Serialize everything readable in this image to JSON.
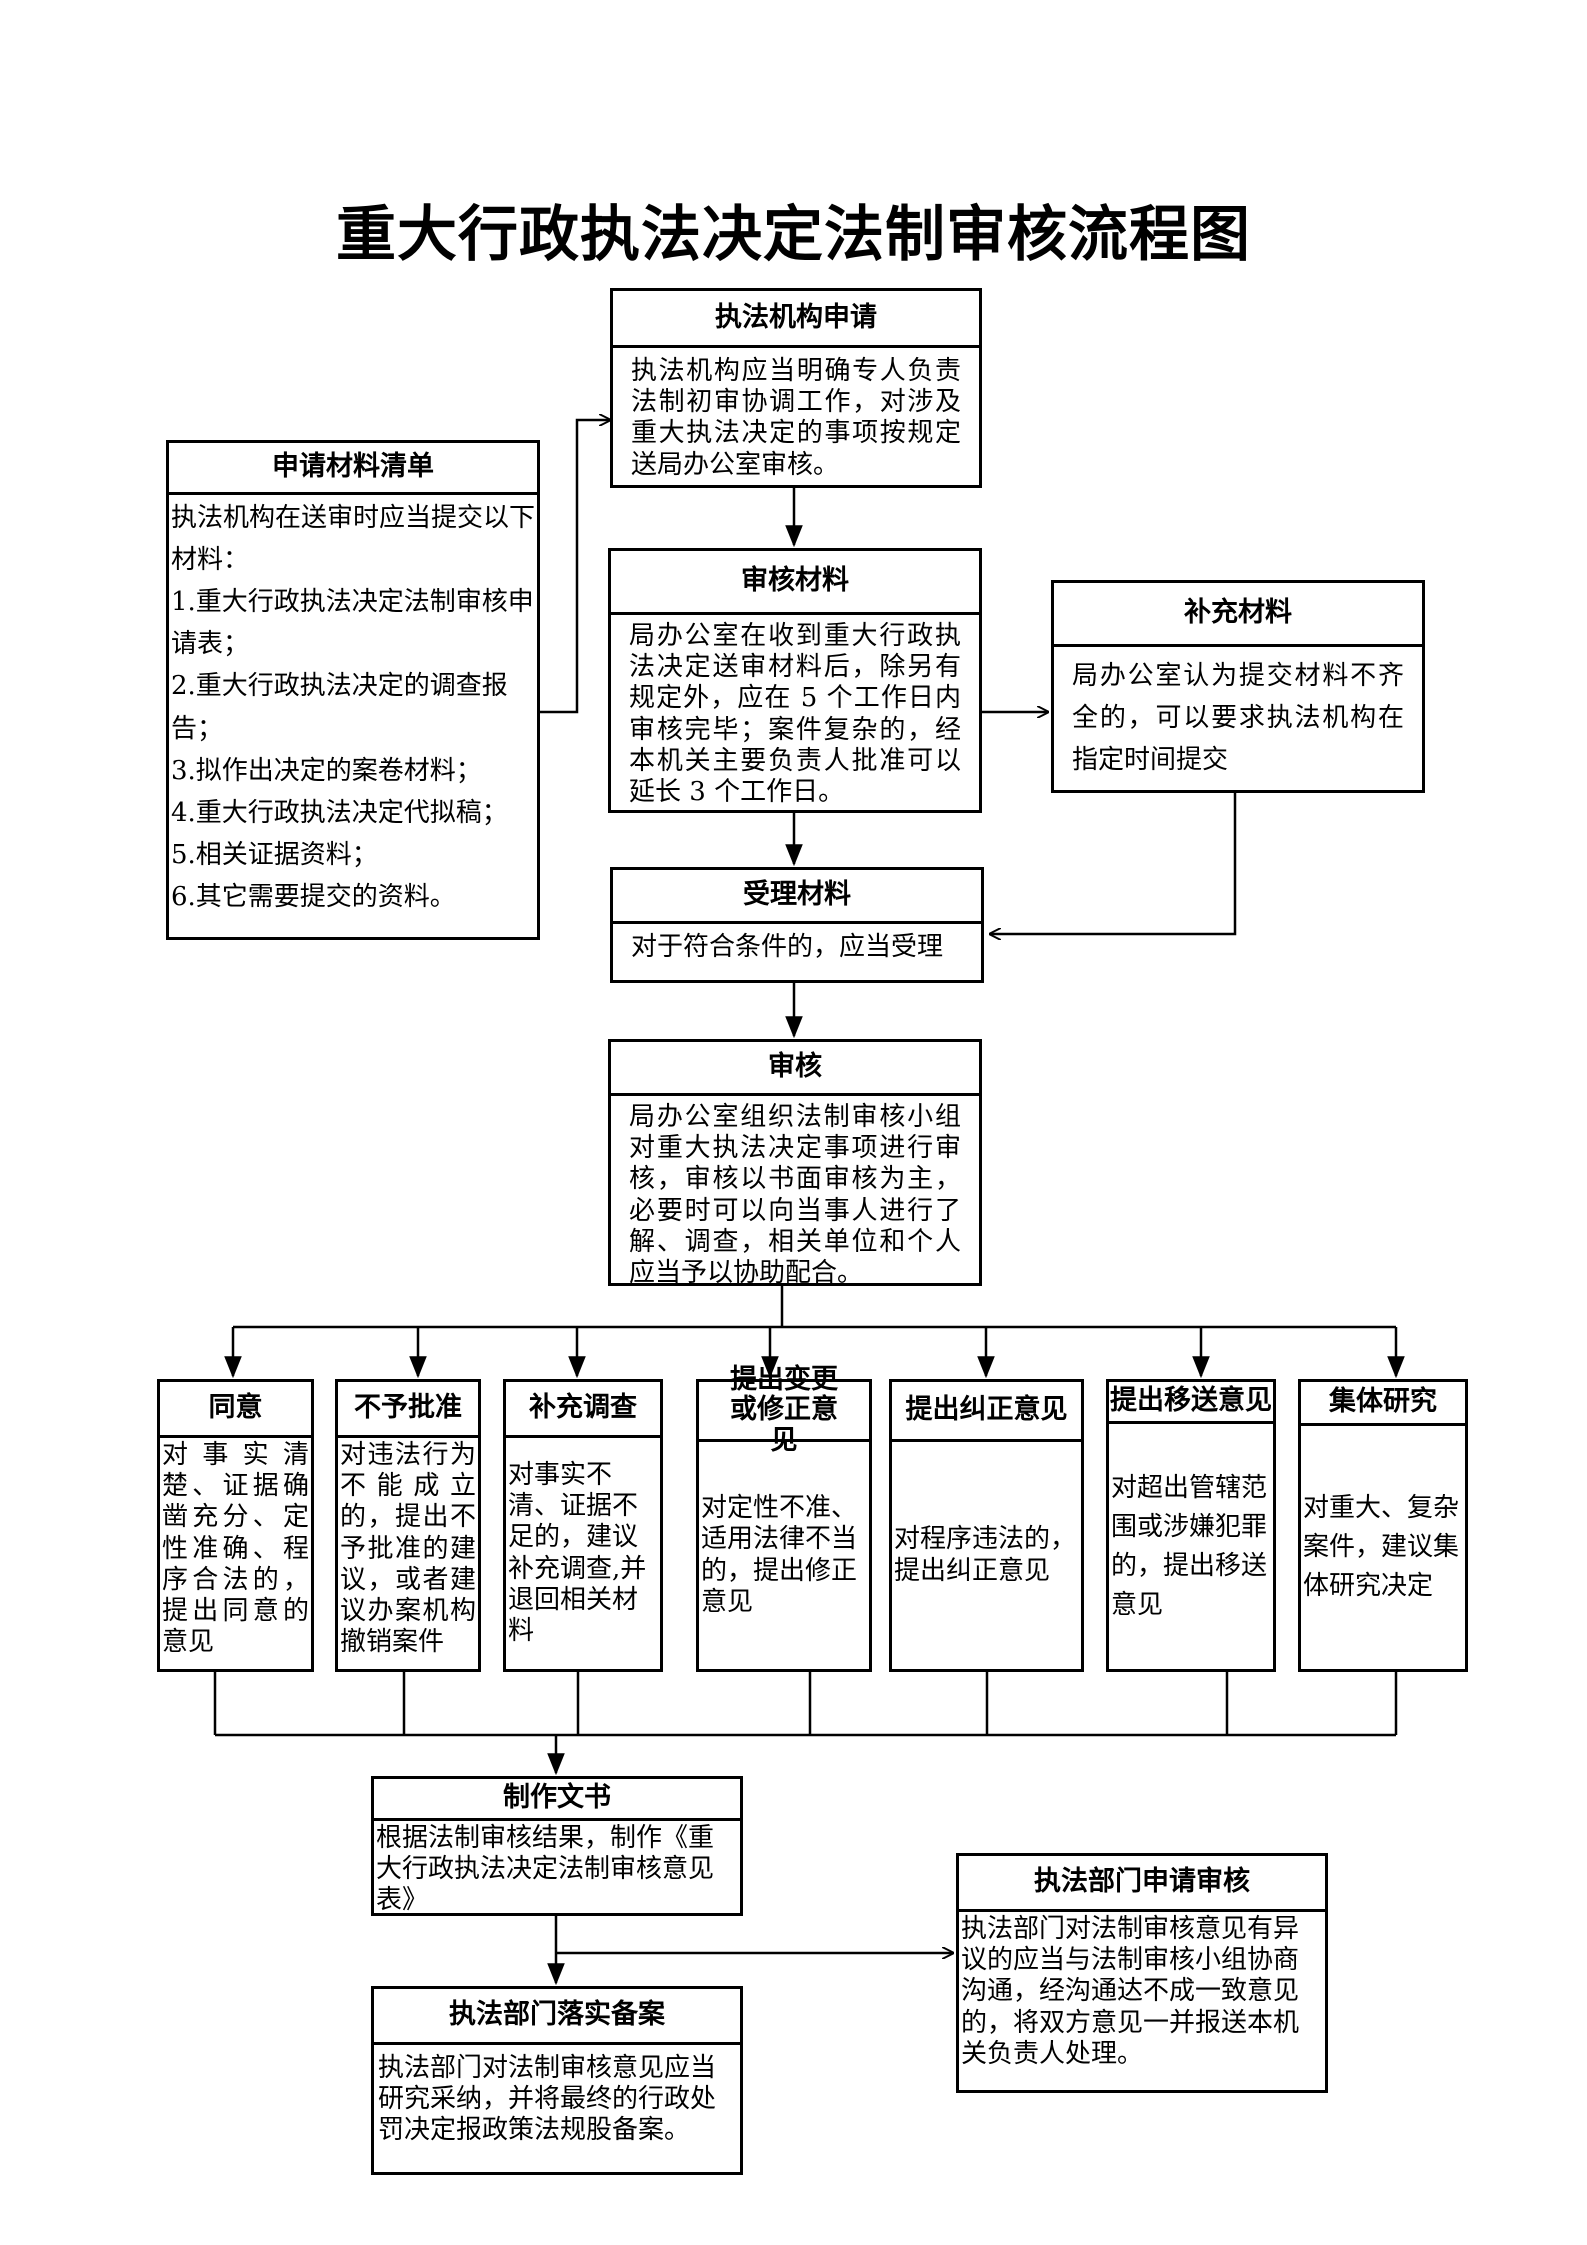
{
  "title": "重大行政执法决定法制审核流程图",
  "boxes": {
    "apply": {
      "header": "执法机构申请",
      "text": "执法机构应当明确专人负责法制初审协调工作，对涉及重大执法决定的事项按规定送局办公室审核。"
    },
    "materials_list": {
      "header": "申请材料清单",
      "lines": [
        "执法机构在送审时应当提交以下材料：",
        "1.重大行政执法决定法制审核申请表；",
        "2.重大行政执法决定的调查报告；",
        "3.拟作出决定的案卷材料；",
        "4.重大行政执法决定代拟稿；",
        "5.相关证据资料；",
        "6.其它需要提交的资料。"
      ]
    },
    "review_materials": {
      "header": "审核材料",
      "text": "局办公室在收到重大行政执法决定送审材料后，除另有规定外，应在 5 个工作日内审核完毕；案件复杂的，经本机关主要负责人批准可以延长 3 个工作日。"
    },
    "supplement_materials": {
      "header": "补充材料",
      "text": "局办公室认为提交材料不齐全的，可以要求执法机构在指定时间提交"
    },
    "accept_materials": {
      "header": "受理材料",
      "text": "对于符合条件的，应当受理"
    },
    "review": {
      "header": "审核",
      "text": "局办公室组织法制审核小组对重大执法决定事项进行审核，审核以书面审核为主，必要时可以向当事人进行了解、调查，相关单位和个人应当予以协助配合。"
    },
    "agree": {
      "header": "同意",
      "text": "对事实清楚、证据确凿充分、定性准确、程序合法的，提出同意的意见"
    },
    "disapprove": {
      "header": "不予批准",
      "text": "对违法行为不能成立的，提出不予批准的建议，或者建议办案机构撤销案件"
    },
    "supplement_investigation": {
      "header": "补充调查",
      "text": "对事实不清、证据不足的，建议补充调查,并退回相关材料"
    },
    "propose_change": {
      "header": "提出变更或修正意见",
      "text": "对定性不准、适用法律不当的，提出修正意见"
    },
    "propose_correction": {
      "header": "提出纠正意见",
      "text": "对程序违法的，提出纠正意见"
    },
    "propose_transfer": {
      "header": "提出移送意见",
      "text": "对超出管辖范围或涉嫌犯罪的，提出移送意见"
    },
    "collective_study": {
      "header": "集体研究",
      "text": "对重大、复杂案件，建议集体研究决定"
    },
    "make_document": {
      "header": "制作文书",
      "text": "根据法制审核结果，制作《重大行政执法决定法制审核意见表》"
    },
    "dept_apply_review": {
      "header": "执法部门申请审核",
      "text": "执法部门对法制审核意见有异议的应当与法制审核小组协商沟通，经沟通达不成一致意见的，将双方意见一并报送本机关负责人处理。"
    },
    "dept_implement": {
      "header": "执法部门落实备案",
      "text": "执法部门对法制审核意见应当研究采纳，并将最终的行政处罚决定报政策法规股备案。"
    }
  }
}
